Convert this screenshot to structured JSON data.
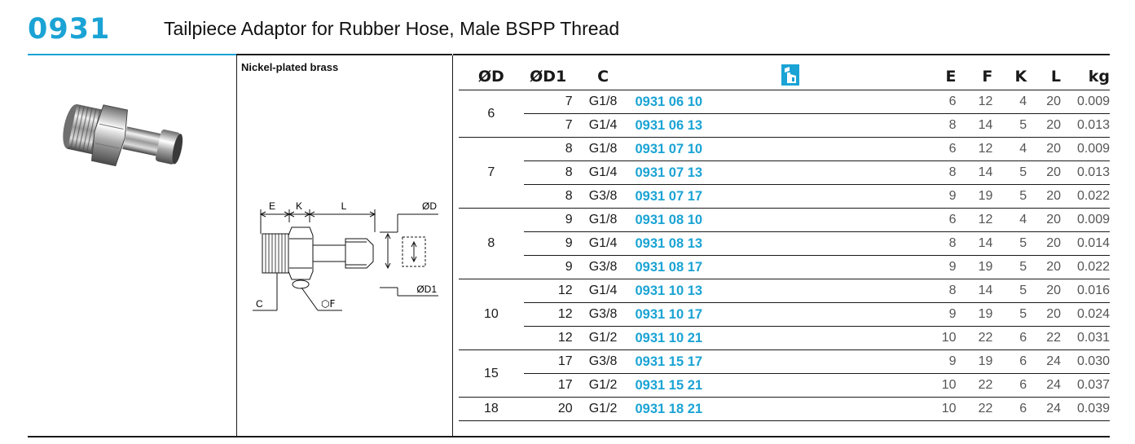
{
  "header": {
    "code": "0931",
    "title": "Tailpiece Adaptor for Rubber Hose, Male BSPP Thread"
  },
  "material": "Nickel-plated brass",
  "colors": {
    "accent": "#1aa3d4",
    "rule": "#1a1a1a"
  },
  "drawing": {
    "label_e": "E",
    "label_k": "K",
    "label_l": "L",
    "label_od": "ØD",
    "label_od1": "ØD1",
    "label_c": "C",
    "label_f": "⬡F"
  },
  "table": {
    "headers": {
      "od": "ØD",
      "od1": "ØD1",
      "c": "C",
      "icon": "catalogue-icon",
      "e": "E",
      "f": "F",
      "k": "K",
      "l": "L",
      "kg": "kg"
    },
    "groups": [
      {
        "od": "6",
        "rows": [
          {
            "od1": "7",
            "c": "G1/8",
            "ref": "0931 06 10",
            "e": "6",
            "f": "12",
            "k": "4",
            "l": "20",
            "kg": "0.009"
          },
          {
            "od1": "7",
            "c": "G1/4",
            "ref": "0931 06 13",
            "e": "8",
            "f": "14",
            "k": "5",
            "l": "20",
            "kg": "0.013"
          }
        ]
      },
      {
        "od": "7",
        "rows": [
          {
            "od1": "8",
            "c": "G1/8",
            "ref": "0931 07 10",
            "e": "6",
            "f": "12",
            "k": "4",
            "l": "20",
            "kg": "0.009"
          },
          {
            "od1": "8",
            "c": "G1/4",
            "ref": "0931 07 13",
            "e": "8",
            "f": "14",
            "k": "5",
            "l": "20",
            "kg": "0.013"
          },
          {
            "od1": "8",
            "c": "G3/8",
            "ref": "0931 07 17",
            "e": "9",
            "f": "19",
            "k": "5",
            "l": "20",
            "kg": "0.022"
          }
        ]
      },
      {
        "od": "8",
        "rows": [
          {
            "od1": "9",
            "c": "G1/8",
            "ref": "0931 08 10",
            "e": "6",
            "f": "12",
            "k": "4",
            "l": "20",
            "kg": "0.009"
          },
          {
            "od1": "9",
            "c": "G1/4",
            "ref": "0931 08 13",
            "e": "8",
            "f": "14",
            "k": "5",
            "l": "20",
            "kg": "0.014"
          },
          {
            "od1": "9",
            "c": "G3/8",
            "ref": "0931 08 17",
            "e": "9",
            "f": "19",
            "k": "5",
            "l": "20",
            "kg": "0.022"
          }
        ]
      },
      {
        "od": "10",
        "rows": [
          {
            "od1": "12",
            "c": "G1/4",
            "ref": "0931 10 13",
            "e": "8",
            "f": "14",
            "k": "5",
            "l": "20",
            "kg": "0.016"
          },
          {
            "od1": "12",
            "c": "G3/8",
            "ref": "0931 10 17",
            "e": "9",
            "f": "19",
            "k": "5",
            "l": "20",
            "kg": "0.024"
          },
          {
            "od1": "12",
            "c": "G1/2",
            "ref": "0931 10 21",
            "e": "10",
            "f": "22",
            "k": "6",
            "l": "22",
            "kg": "0.031"
          }
        ]
      },
      {
        "od": "15",
        "rows": [
          {
            "od1": "17",
            "c": "G3/8",
            "ref": "0931 15 17",
            "e": "9",
            "f": "19",
            "k": "6",
            "l": "24",
            "kg": "0.030"
          },
          {
            "od1": "17",
            "c": "G1/2",
            "ref": "0931 15 21",
            "e": "10",
            "f": "22",
            "k": "6",
            "l": "24",
            "kg": "0.037"
          }
        ]
      },
      {
        "od": "18",
        "rows": [
          {
            "od1": "20",
            "c": "G1/2",
            "ref": "0931 18 21",
            "e": "10",
            "f": "22",
            "k": "6",
            "l": "24",
            "kg": "0.039"
          }
        ]
      }
    ]
  }
}
